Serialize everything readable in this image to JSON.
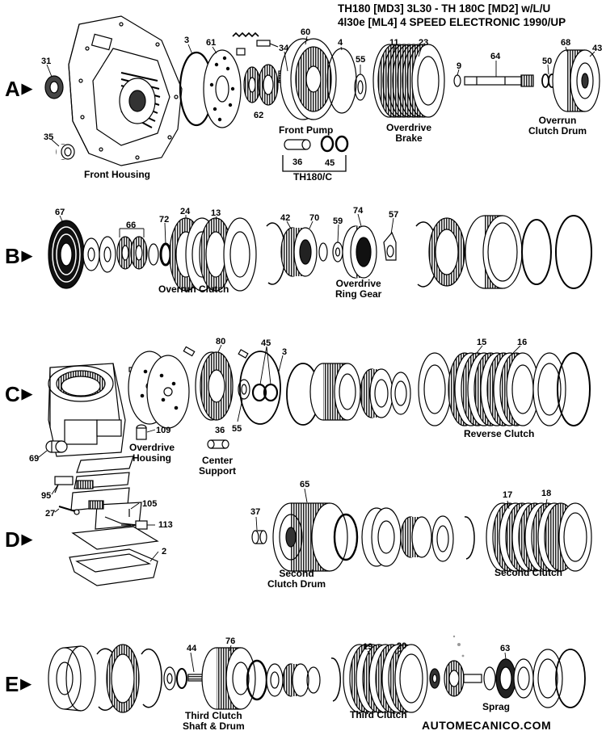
{
  "title": {
    "line1": "TH180 [MD3] 3L30  - TH 180C [MD2]  w/L/U",
    "line2": "4l30e [ML4] 4 SPEED ELECTRONIC 1990/UP"
  },
  "row_letters": [
    "A",
    "B",
    "C",
    "D",
    "E"
  ],
  "arrow_glyph": "▶",
  "labels": {
    "front_housing": "Front Housing",
    "front_pump": "Front Pump",
    "th180c": "TH180/C",
    "overdrive_brake_1": "Overdrive",
    "overdrive_brake_2": "Brake",
    "overrun_drum_1": "Overrun",
    "overrun_drum_2": "Clutch Drum",
    "overrun_clutch": "Overrun Clutch",
    "od_ring_gear_1": "Overdrive",
    "od_ring_gear_2": "Ring Gear",
    "od_housing_1": "Overdrive",
    "od_housing_2": "Housing",
    "center_support_1": "Center",
    "center_support_2": "Support",
    "reverse_clutch": "Reverse Clutch",
    "second_drum_1": "Second",
    "second_drum_2": "Clutch Drum",
    "second_clutch": "Second Clutch",
    "third_shaft_1": "Third Clutch",
    "third_shaft_2": "Shaft & Drum",
    "third_clutch": "Third Clutch",
    "sprag": "Sprag"
  },
  "numbers": {
    "a31": "31",
    "a35": "35",
    "a3": "3",
    "a61": "61",
    "a62": "62",
    "a34": "34",
    "a60": "60",
    "a4": "4",
    "a55": "55",
    "a36": "36",
    "a45": "45",
    "a11": "11",
    "a23": "23",
    "a9": "9",
    "a64": "64",
    "a50": "50",
    "a68": "68",
    "a43": "43",
    "b67": "67",
    "b66": "66",
    "b72": "72",
    "b24": "24",
    "b13": "13",
    "b42": "42",
    "b70": "70",
    "b59": "59",
    "b74": "74",
    "b57": "57",
    "c80": "80",
    "c45": "45",
    "c3": "3",
    "c36": "36",
    "c55": "55",
    "c109": "109",
    "c15": "15",
    "c16": "16",
    "c69": "69",
    "c95": "95",
    "c105": "105",
    "c27": "27",
    "c113": "113",
    "c2": "2",
    "d37": "37",
    "d65": "65",
    "d17": "17",
    "d18": "18",
    "e44": "44",
    "e76": "76",
    "e19": "19",
    "e20": "20",
    "e63": "63"
  },
  "footer": "AUTOMECANICO.COM"
}
